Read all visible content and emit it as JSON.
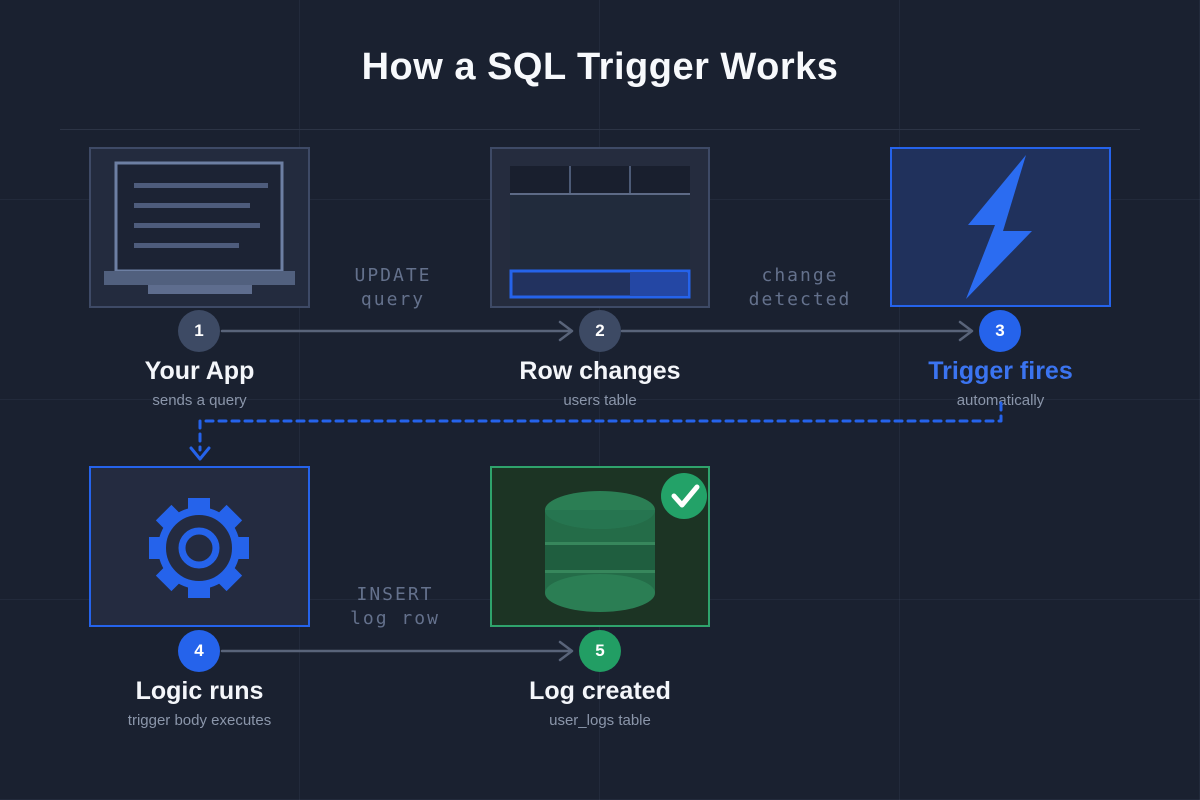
{
  "title": "How a SQL Trigger Works",
  "steps": [
    {
      "num": "1",
      "title": "Your App",
      "subtitle": "sends a query",
      "icon": "laptop-icon",
      "badge_color": "#3d4a64"
    },
    {
      "num": "2",
      "title": "Row changes",
      "subtitle": "users table",
      "icon": "table-icon",
      "badge_color": "#3d4a64"
    },
    {
      "num": "3",
      "title": "Trigger fires",
      "subtitle": "automatically",
      "icon": "lightning-bolt-icon",
      "badge_color": "#2563eb"
    },
    {
      "num": "4",
      "title": "Logic runs",
      "subtitle": "trigger body executes",
      "icon": "gear-icon",
      "badge_color": "#2563eb"
    },
    {
      "num": "5",
      "title": "Log created",
      "subtitle": "user_logs table",
      "icon": "database-check-icon",
      "badge_color": "#229e64"
    }
  ],
  "connectors": [
    {
      "from": "1",
      "to": "2",
      "line1": "UPDATE",
      "line2": "query"
    },
    {
      "from": "2",
      "to": "3",
      "line1": "change",
      "line2": "detected"
    },
    {
      "from": "4",
      "to": "5",
      "line1": "INSERT",
      "line2": "log row"
    }
  ],
  "colors": {
    "background": "#1a2130",
    "accent_blue": "#2563eb",
    "accent_blue_text": "#3b74f0",
    "accent_green": "#2fa36c",
    "badge_slate": "#3d4a64",
    "card_bg": "#232b3e",
    "card_border": "#3e4a66",
    "muted_text": "#8b96aa",
    "arrow_gray": "#59647a",
    "mono_label": "#64718c",
    "title_text": "#f7f9fc"
  }
}
